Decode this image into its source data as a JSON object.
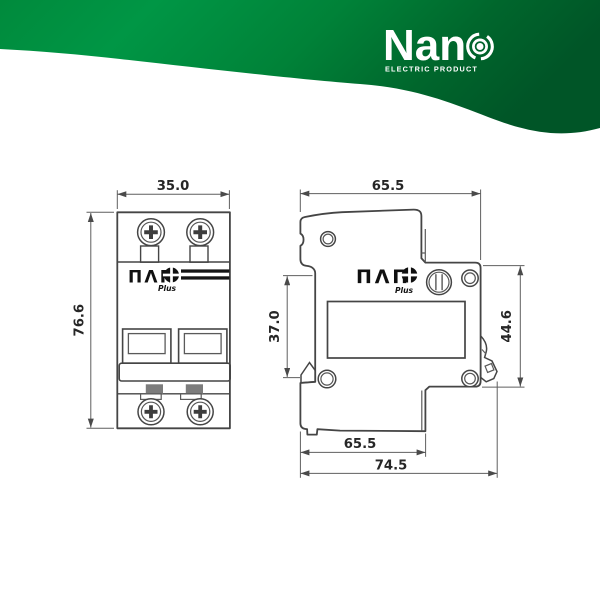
{
  "header": {
    "logo_text": "Nan",
    "logo_symbol": "o-rings-icon",
    "tagline": "ELECTRIC PRODUCT",
    "colors": {
      "green_bright": "#009645",
      "green_mid": "#008238",
      "green_dark": "#005527"
    }
  },
  "front_view": {
    "brand": "ΠΛΠ",
    "brand_sub": "Plus",
    "dim_width": "35.0",
    "dim_height": "76.6"
  },
  "side_view": {
    "brand": "ΠΛΠ",
    "brand_sub": "Plus",
    "dim_top_width": "65.5",
    "dim_front_height": "37.0",
    "dim_back_height": "44.6",
    "dim_bottom_inner": "65.5",
    "dim_bottom_overall": "74.5"
  },
  "drawing_colors": {
    "outline": "#454545",
    "dimension_text": "#262626",
    "terminal_gray": "#7c7c7c"
  }
}
